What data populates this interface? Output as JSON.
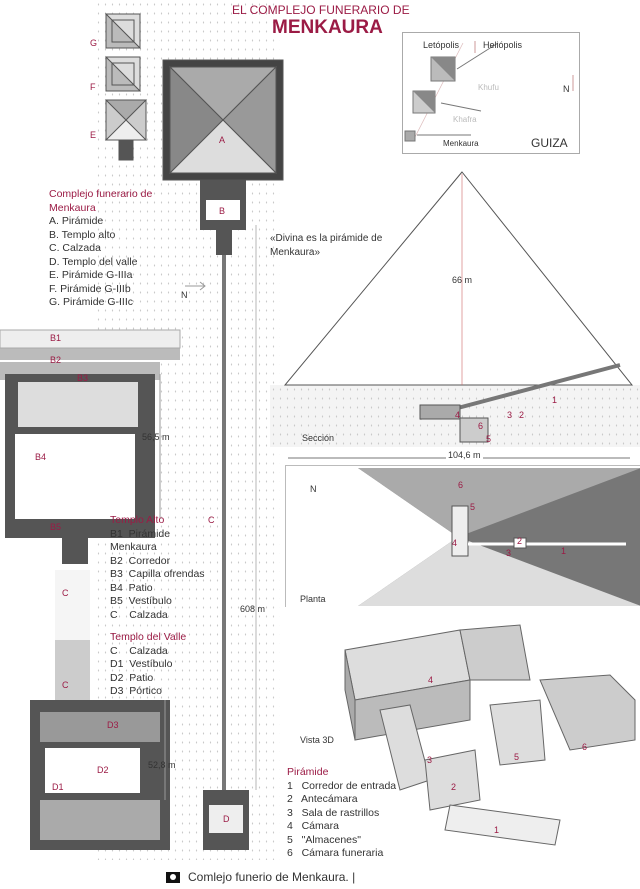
{
  "title": {
    "line1": "EL COMPLEJO FUNERARIO DE",
    "line2": "MENKAURA"
  },
  "complex_legend": {
    "heading": "Complejo funerario de Menkaura",
    "items": [
      "A. Pirámide",
      "B. Templo alto",
      "C. Calzada",
      "D. Templo del valle",
      "E. Pirámide G-IIIa",
      "F. Pirámide G-IIIb",
      "G. Pirámide G-IIIc"
    ]
  },
  "plan_labels": {
    "A": "A",
    "B": "B",
    "C": "C",
    "D": "D",
    "E": "E",
    "F": "F",
    "G": "G",
    "causeway_length": "608 m",
    "north": "N",
    "B1": "B1",
    "B2": "B2",
    "B3": "B3",
    "B4": "B4",
    "B5": "B5",
    "C2": "C",
    "C3": "C",
    "D1": "D1",
    "D2": "D2",
    "D3": "D3",
    "upper_dim": "56,5 m",
    "valley_dim": "52,8 m"
  },
  "upper_temple_legend": {
    "heading": "Templo Alto",
    "items": [
      "B1  Pirámide",
      "Menkaura",
      "B2  Corredor",
      "B3  Capilla ofrendas",
      "B4  Patio",
      "B5  Vestíbulo",
      "C    Calzada"
    ]
  },
  "valley_temple_legend": {
    "heading": "Templo del Valle",
    "items": [
      "C    Calzada",
      "D1  Vestíbulo",
      "D2  Patio",
      "D3  Pórtico"
    ]
  },
  "map": {
    "letopolis": "Letópolis",
    "heliopolis": "Heliópolis",
    "khufu": "Khufu",
    "khafra": "Khafra",
    "menkaura": "Menkaura",
    "north": "N",
    "site": "GUIZA"
  },
  "section": {
    "quote": "«Divina es la pirámide de Menkaura»",
    "height": "66 m",
    "label": "Sección",
    "base": "104,6 m",
    "nums": [
      "1",
      "2",
      "3",
      "4",
      "5",
      "6"
    ]
  },
  "plan": {
    "label": "Planta",
    "north": "N",
    "nums": [
      "1",
      "2",
      "3",
      "4",
      "5",
      "6"
    ]
  },
  "view3d": {
    "label": "Vista 3D",
    "nums": [
      "1",
      "2",
      "3",
      "4",
      "5",
      "6"
    ]
  },
  "pyramid_legend": {
    "heading": "Pirámide",
    "items": [
      "1   Corredor de entrada",
      "2   Antecámara",
      "3   Sala de rastrillos",
      "4   Cámara",
      "5   \"Almacenes\"",
      "6   Cámara funeraria"
    ]
  },
  "caption": {
    "text": "Comlejo funerio de Menkaura. |",
    "icon": "camera-icon"
  },
  "colors": {
    "accent": "#9b1b45"
  }
}
